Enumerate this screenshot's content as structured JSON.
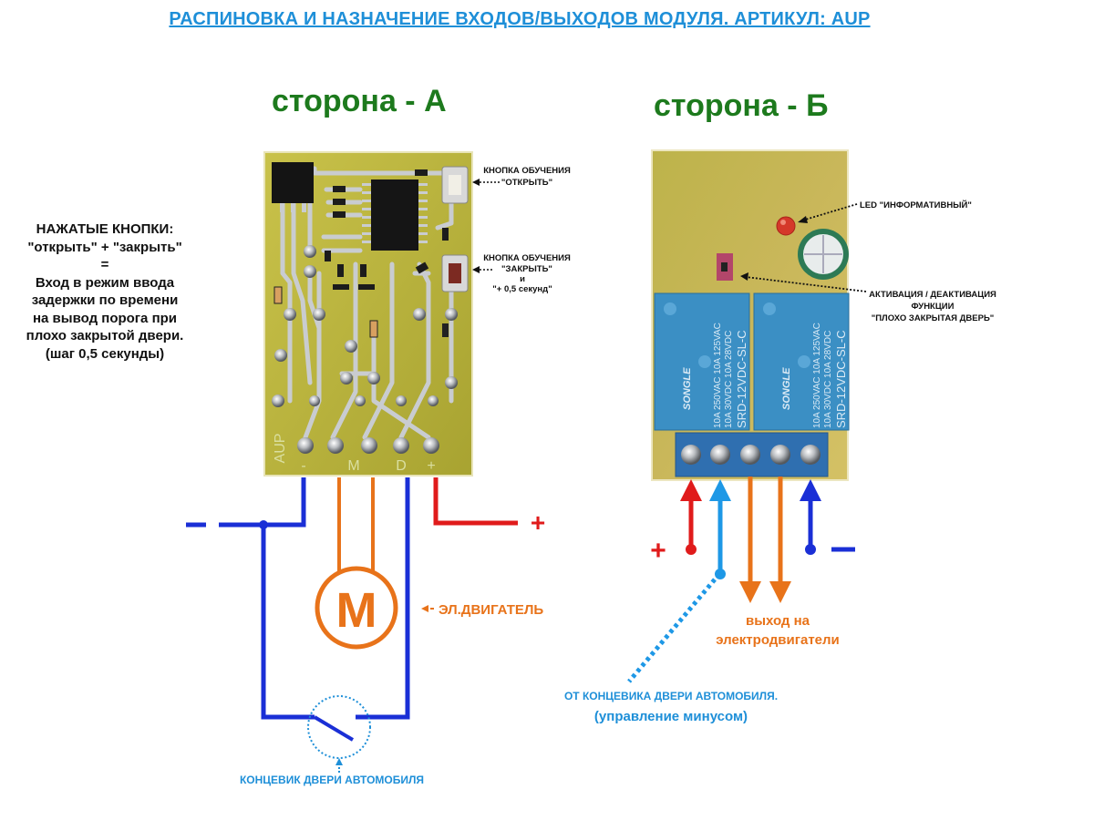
{
  "title": "РАСПИНОВКА И НАЗНАЧЕНИЕ ВХОДОВ/ВЫХОДОВ МОДУЛЯ.  АРТИКУЛ: AUP",
  "side_a": {
    "heading": "сторона - А",
    "board_marking": "AUP",
    "pins": [
      "-",
      "M",
      "D",
      "+"
    ],
    "button_open_note": [
      "КНОПКА ОБУЧЕНИЯ",
      "\"ОТКРЫТЬ\""
    ],
    "button_close_note": [
      "КНОПКА ОБУЧЕНИЯ",
      "\"ЗАКРЫТЬ\"",
      "и",
      "\"+ 0,5 секунд\""
    ],
    "motor_symbol": "M",
    "motor_label": "ЭЛ.ДВИГАТЕЛЬ",
    "minus_sign": "–",
    "plus_sign": "+",
    "door_switch_label": "КОНЦЕВИК ДВЕРИ АВТОМОБИЛЯ"
  },
  "left_note": {
    "lines": [
      "НАЖАТЫЕ КНОПКИ:",
      "\"открыть\" + \"закрыть\"",
      "=",
      "Вход в режим ввода",
      "задержки по времени",
      "на вывод порога при",
      "плохо закрытой двери.",
      "(шаг 0,5 секунды)"
    ]
  },
  "side_b": {
    "heading": "сторона - Б",
    "led_note": "LED \"ИНФОРМАТИВНЫЙ\"",
    "jumper_note": [
      "АКТИВАЦИЯ / ДЕАКТИВАЦИЯ",
      "ФУНКЦИИ",
      "\"ПЛОХО ЗАКРЫТАЯ ДВЕРЬ\""
    ],
    "relays": [
      {
        "brand": "SONGLE",
        "model": "SRD-12VDC-SL-C",
        "ratings": [
          "10A 250VAC  10A 125VAC",
          "10A 30VDC  10A 28VDC"
        ]
      },
      {
        "brand": "SONGLE",
        "model": "SRD-12VDC-SL-C",
        "ratings": [
          "10A 250VAC  10A 125VAC",
          "10A 30VDC  10A 28VDC"
        ]
      }
    ],
    "plus_sign": "+",
    "minus_sign": "–",
    "output_label": [
      "выход на",
      "электродвигатели"
    ],
    "door_input_label": [
      "ОТ КОНЦЕВИКА ДВЕРИ АВТОМОБИЛЯ.",
      "(управление минусом)"
    ]
  },
  "colors": {
    "title": "#1e8fd8",
    "heading": "#1d7a1d",
    "minus_wire": "#1a2fd6",
    "plus_wire": "#e01b1b",
    "motor_wire": "#e8731a",
    "signal_wire": "#1e98e6",
    "pcb": "#b8b23a",
    "relay": "#3b8fc4"
  }
}
